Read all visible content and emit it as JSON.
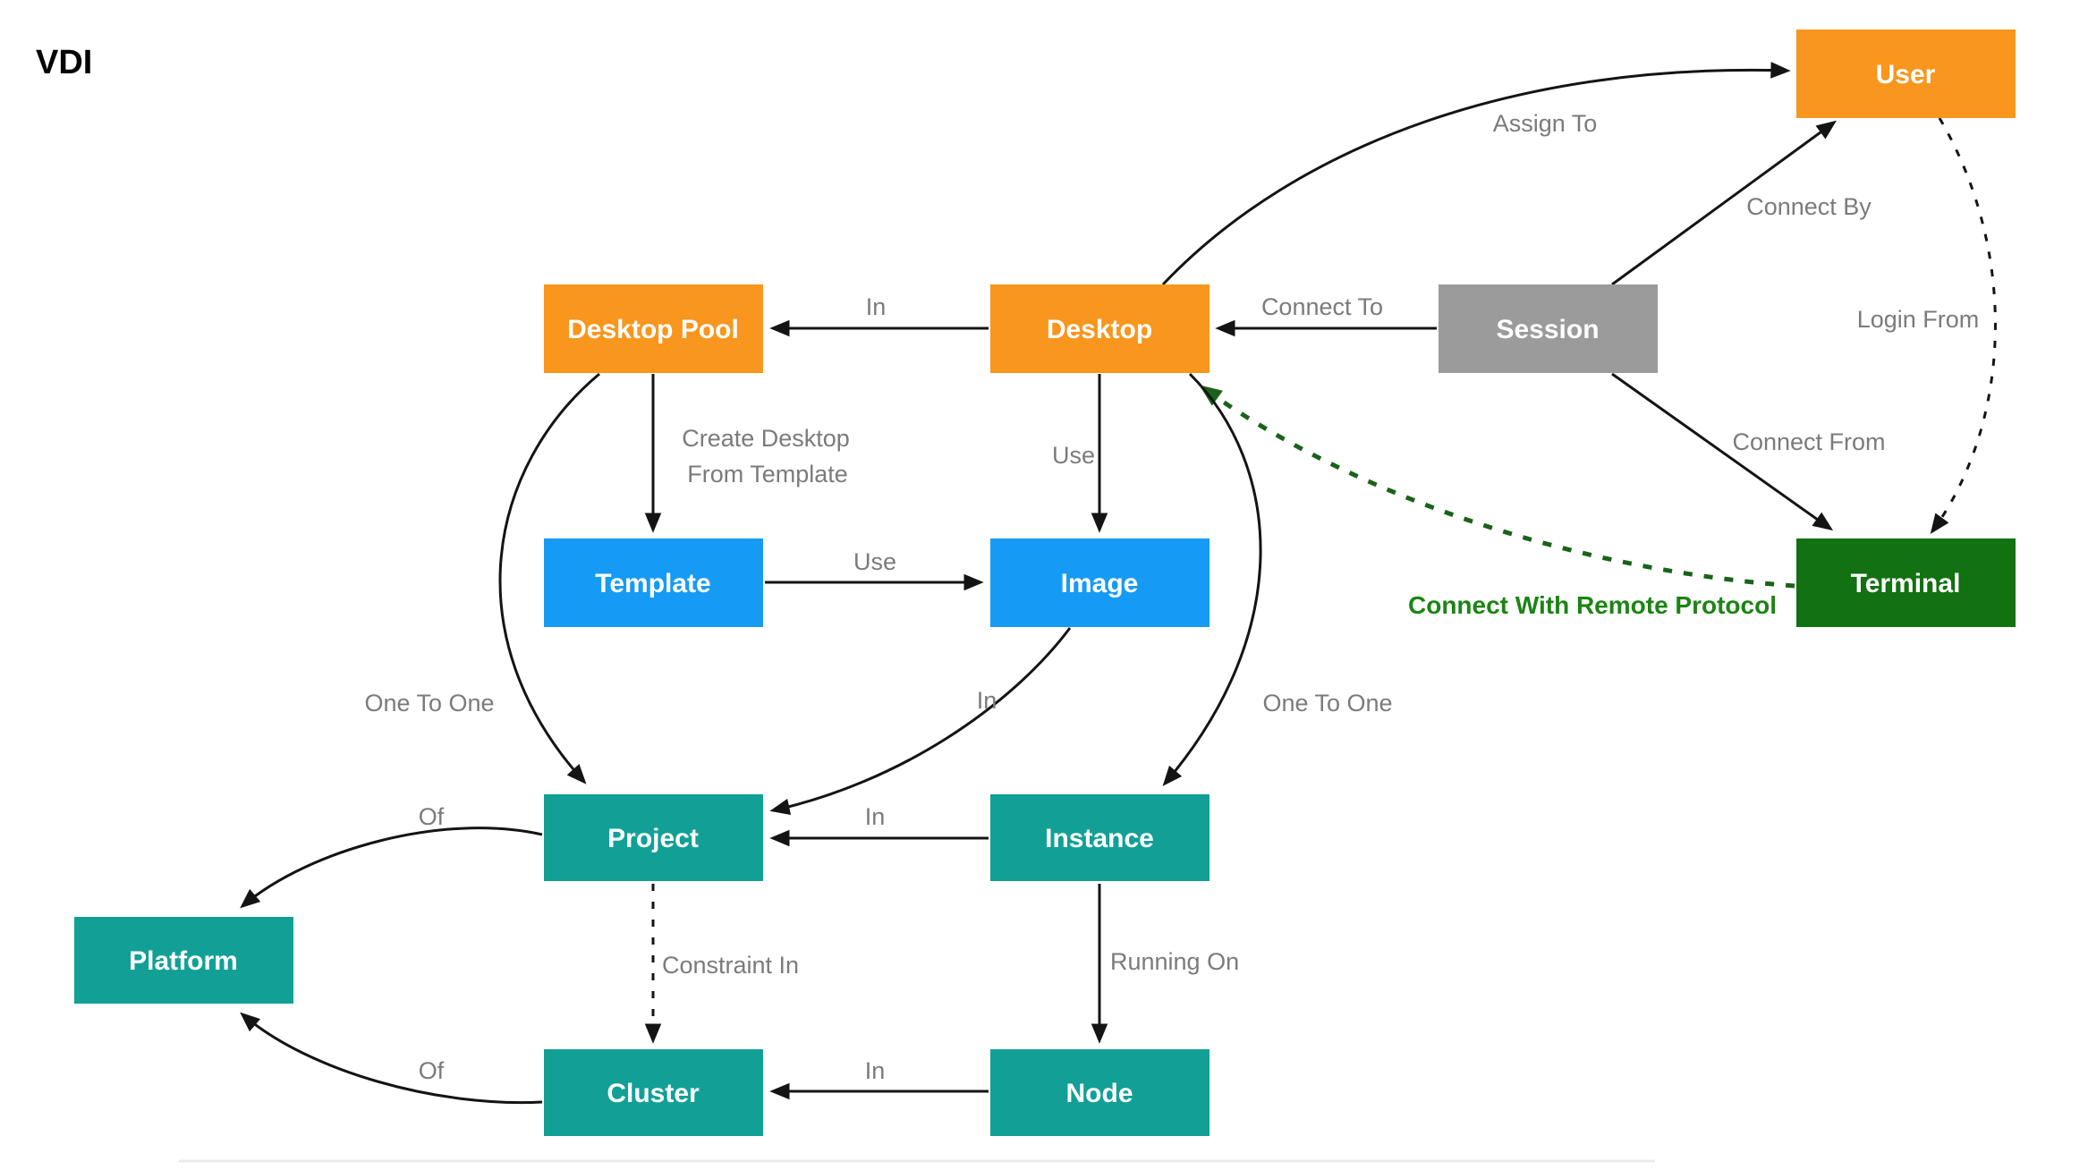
{
  "title": "VDI",
  "colors": {
    "orange": "#F8961D",
    "blue": "#169BF4",
    "gray": "#9B9B9B",
    "teal": "#12A096",
    "green_box": "#127111",
    "green_dash": "#1A621A",
    "green_text": "#1D8414",
    "edge_label": "#7B7B7B",
    "arrow": "#141414"
  },
  "nodes": {
    "user": {
      "label": "User",
      "color": "orange"
    },
    "desktop_pool": {
      "label": "Desktop Pool",
      "color": "orange"
    },
    "desktop": {
      "label": "Desktop",
      "color": "orange"
    },
    "session": {
      "label": "Session",
      "color": "gray"
    },
    "template": {
      "label": "Template",
      "color": "blue"
    },
    "image": {
      "label": "Image",
      "color": "blue"
    },
    "terminal": {
      "label": "Terminal",
      "color": "green"
    },
    "project": {
      "label": "Project",
      "color": "teal"
    },
    "instance": {
      "label": "Instance",
      "color": "teal"
    },
    "platform": {
      "label": "Platform",
      "color": "teal"
    },
    "cluster": {
      "label": "Cluster",
      "color": "teal"
    },
    "node": {
      "label": "Node",
      "color": "teal"
    }
  },
  "edges": {
    "assign_to": {
      "label": "Assign To",
      "from": "desktop",
      "to": "user",
      "style": "solid"
    },
    "connect_by": {
      "label": "Connect By",
      "from": "session",
      "to": "user",
      "style": "solid"
    },
    "login_from": {
      "label": "Login From",
      "from": "user",
      "to": "terminal",
      "style": "dashed"
    },
    "connect_to": {
      "label": "Connect To",
      "from": "session",
      "to": "desktop",
      "style": "solid"
    },
    "connect_from": {
      "label": "Connect From",
      "from": "session",
      "to": "terminal",
      "style": "solid"
    },
    "in_desktop_pool": {
      "label": "In",
      "from": "desktop",
      "to": "desktop_pool",
      "style": "solid"
    },
    "create_desktop_from_template": {
      "label": "Create Desktop From Template",
      "line1": "Create Desktop",
      "line2": "From Template",
      "from": "desktop_pool",
      "to": "template",
      "style": "solid"
    },
    "use_desktop_image": {
      "label": "Use",
      "from": "desktop",
      "to": "image",
      "style": "solid"
    },
    "use_template_image": {
      "label": "Use",
      "from": "template",
      "to": "image",
      "style": "solid"
    },
    "connect_with_remote_protocol": {
      "label": "Connect With Remote Protocol",
      "from": "terminal",
      "to": "desktop",
      "style": "dashed-green"
    },
    "one_to_one_pool_project": {
      "label": "One To One",
      "from": "desktop_pool",
      "to": "project",
      "style": "solid"
    },
    "in_image_project": {
      "label": "In",
      "from": "image",
      "to": "project",
      "style": "solid"
    },
    "one_to_one_desktop_instance": {
      "label": "One To One",
      "from": "desktop",
      "to": "instance",
      "style": "solid"
    },
    "in_instance_project": {
      "label": "In",
      "from": "instance",
      "to": "project",
      "style": "solid"
    },
    "of_project_platform": {
      "label": "Of",
      "from": "project",
      "to": "platform",
      "style": "solid"
    },
    "constraint_in": {
      "label": "Constraint In",
      "from": "project",
      "to": "cluster",
      "style": "dashed"
    },
    "running_on": {
      "label": "Running On",
      "from": "instance",
      "to": "node",
      "style": "solid"
    },
    "of_cluster_platform": {
      "label": "Of",
      "from": "cluster",
      "to": "platform",
      "style": "solid"
    },
    "in_node_cluster": {
      "label": "In",
      "from": "node",
      "to": "cluster",
      "style": "solid"
    }
  }
}
